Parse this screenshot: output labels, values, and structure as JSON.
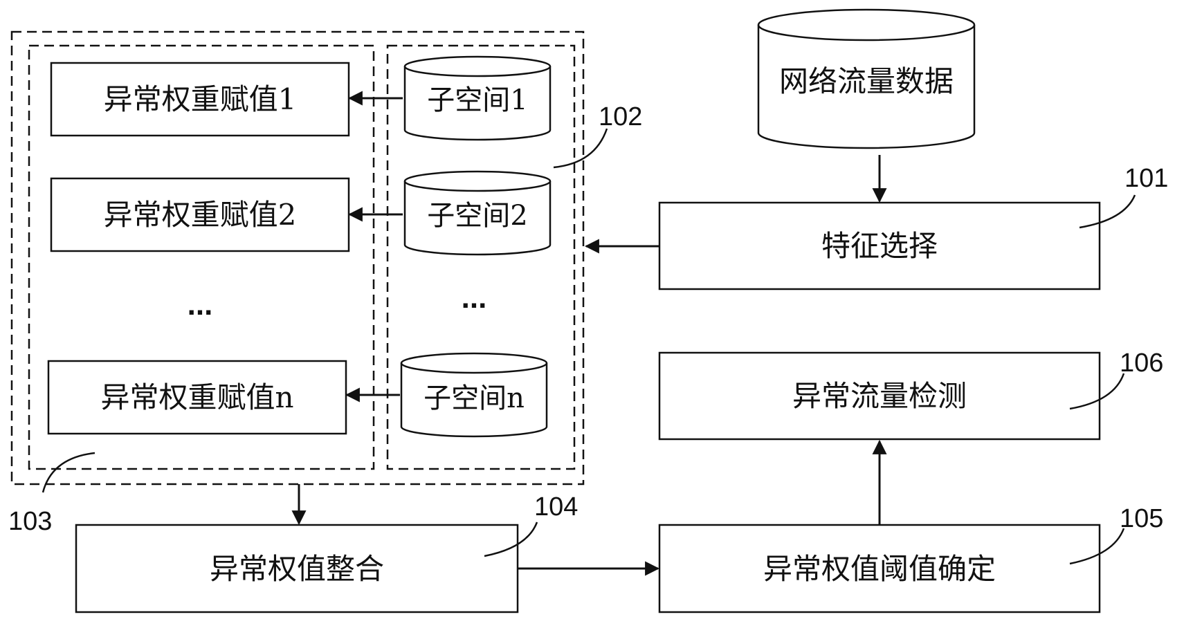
{
  "nodes": {
    "source": "网络流量数据",
    "feature_select": "特征选择",
    "subspaces": [
      "子空间1",
      "子空间2",
      "子空间n"
    ],
    "weights": [
      "异常权重赋值1",
      "异常权重赋值2",
      "异常权重赋值n"
    ],
    "ellipsis": "...",
    "integrate": "异常权值整合",
    "threshold": "异常权值阈值确定",
    "detect": "异常流量检测"
  },
  "refs": {
    "r101": "101",
    "r102": "102",
    "r103": "103",
    "r104": "104",
    "r105": "105",
    "r106": "106"
  }
}
